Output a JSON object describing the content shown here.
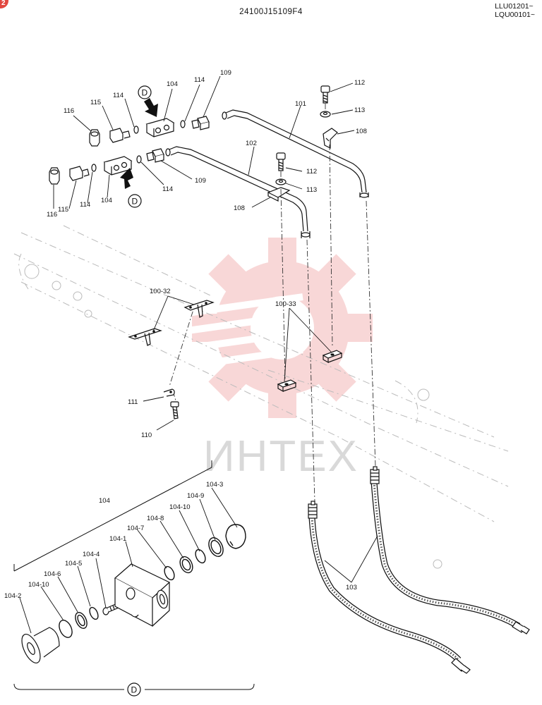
{
  "header": {
    "corner_badge": "2",
    "code": "24100J15109F4",
    "serial_1": "LLU01201~",
    "serial_2": "LQU00101~"
  },
  "watermark": {
    "text": "ИНТЕХ",
    "color": "#f4b8b8"
  },
  "detail_letter": "D",
  "labels": {
    "l116a": "116",
    "l115a": "115",
    "l114a": "114",
    "l104a": "104",
    "l114b": "114",
    "l109a": "109",
    "l116b": "116",
    "l115b": "115",
    "l114c": "114",
    "l104b": "104",
    "l114d": "114",
    "l109b": "109",
    "l101": "101",
    "l102": "102",
    "l108a": "108",
    "l108b": "108",
    "l112a": "112",
    "l113a": "113",
    "l112b": "112",
    "l113b": "113",
    "l100_32": "100-32",
    "l100_33": "100-33",
    "l111": "111",
    "l110": "110",
    "l104c": "104",
    "l104_3": "104-3",
    "l104_9": "104-9",
    "l104_10a": "104-10",
    "l104_8": "104-8",
    "l104_7": "104-7",
    "l104_1": "104-1",
    "l104_4": "104-4",
    "l104_5": "104-5",
    "l104_6": "104-6",
    "l104_10b": "104-10",
    "l104_2": "104-2",
    "l103": "103"
  }
}
